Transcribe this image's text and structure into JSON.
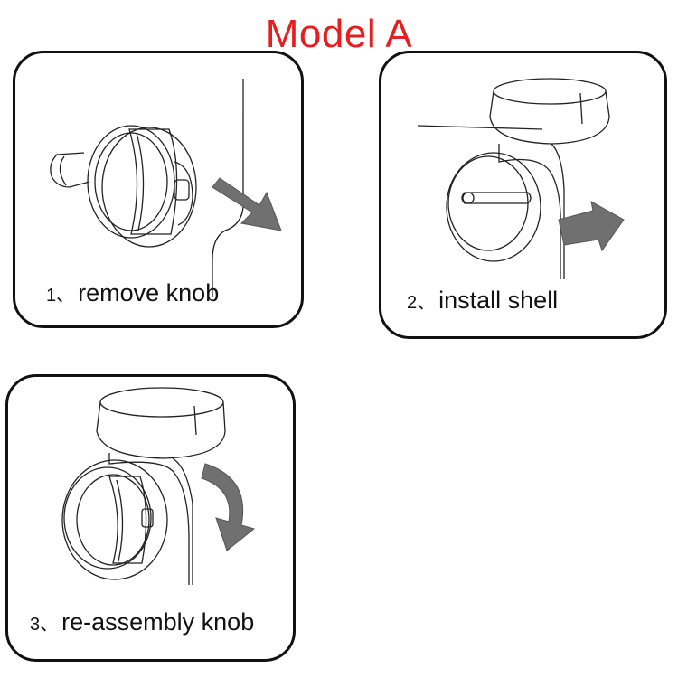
{
  "title": "Model A",
  "steps": [
    {
      "number": "1、",
      "label": "remove knob"
    },
    {
      "number": "2、",
      "label": "install shell"
    },
    {
      "number": "3、",
      "label": "re-assembly knob"
    }
  ],
  "colors": {
    "title": "#e41f1f",
    "outline": "#111111",
    "arrow": "#707070"
  }
}
